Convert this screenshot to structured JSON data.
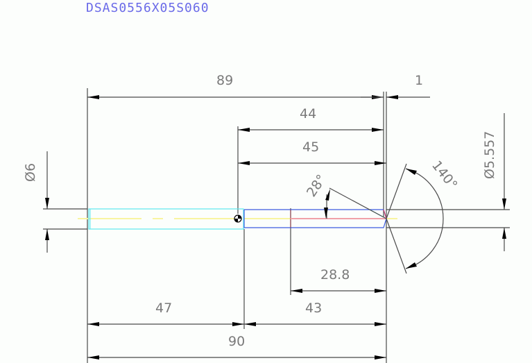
{
  "drawing": {
    "title": "DSAS0556X05S060",
    "title_color": "#6a6ae8",
    "line_color": "#4a4a4a",
    "dimension_text_color": "#7a7a7a",
    "colors": {
      "shank_outline": "#5ce8f0",
      "body_outline": "#3c5ce0",
      "center_line": "#f8f4a0",
      "flute_line": "#f0a0a8",
      "tip_accent": "#d84070"
    }
  },
  "dimensions": {
    "overall_top": "89",
    "tip_offset": "1",
    "flute_length_44": "44",
    "flute_length_45": "45",
    "helix_angle": "28°",
    "point_angle": "140°",
    "shank_diameter": "Ø6",
    "cutting_diameter": "Ø5.557",
    "land_length": "28.8",
    "shank_length": "47",
    "body_length": "43",
    "overall_length": "90"
  }
}
